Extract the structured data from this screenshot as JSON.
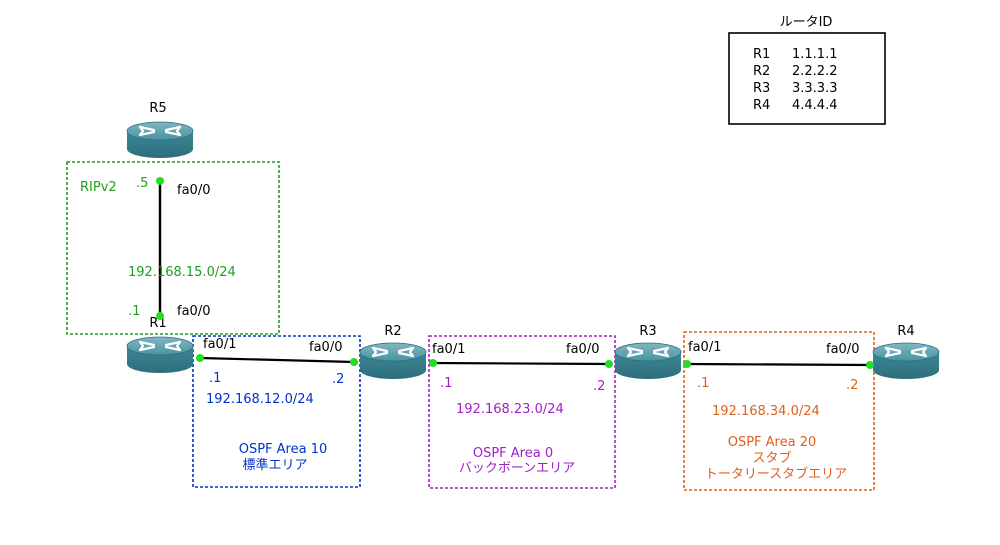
{
  "colors": {
    "rip": "#1e9e1e",
    "area10": "#0033cc",
    "area0": "#a020c8",
    "area20": "#e0601a",
    "link": "#000000",
    "port_dot": "#22dd22",
    "router_body": "#3f8b99"
  },
  "router_id_table": {
    "title": "ルータID",
    "rows": [
      {
        "router": "R1",
        "id": "1.1.1.1"
      },
      {
        "router": "R2",
        "id": "2.2.2.2"
      },
      {
        "router": "R3",
        "id": "3.3.3.3"
      },
      {
        "router": "R4",
        "id": "4.4.4.4"
      }
    ]
  },
  "routers": {
    "r5": {
      "name": "R5",
      "icon": "router-icon"
    },
    "r1": {
      "name": "R1",
      "icon": "router-icon"
    },
    "r2": {
      "name": "R2",
      "icon": "router-icon"
    },
    "r3": {
      "name": "R3",
      "icon": "router-icon"
    },
    "r4": {
      "name": "R4",
      "icon": "router-icon"
    }
  },
  "links": {
    "r5_r1": {
      "network": "192.168.15.0/24",
      "a_iface": "fa0/0",
      "a_host": ".5",
      "b_iface": "fa0/0",
      "b_host": ".1"
    },
    "r1_r2": {
      "network": "192.168.12.0/24",
      "a_iface": "fa0/1",
      "a_host": ".1",
      "b_iface": "fa0/0",
      "b_host": ".2"
    },
    "r2_r3": {
      "network": "192.168.23.0/24",
      "a_iface": "fa0/1",
      "a_host": ".1",
      "b_iface": "fa0/0",
      "b_host": ".2"
    },
    "r3_r4": {
      "network": "192.168.34.0/24",
      "a_iface": "fa0/1",
      "a_host": ".1",
      "b_iface": "fa0/0",
      "b_host": ".2"
    }
  },
  "areas": {
    "rip": {
      "label": "RIPv2"
    },
    "area10": {
      "line1": "OSPF Area 10",
      "line2": "標準エリア"
    },
    "area0": {
      "line1": "OSPF Area 0",
      "line2": "バックボーンエリア"
    },
    "area20": {
      "line1": "OSPF Area 20",
      "line2": "スタブ",
      "line3": "トータリースタブエリア"
    }
  }
}
